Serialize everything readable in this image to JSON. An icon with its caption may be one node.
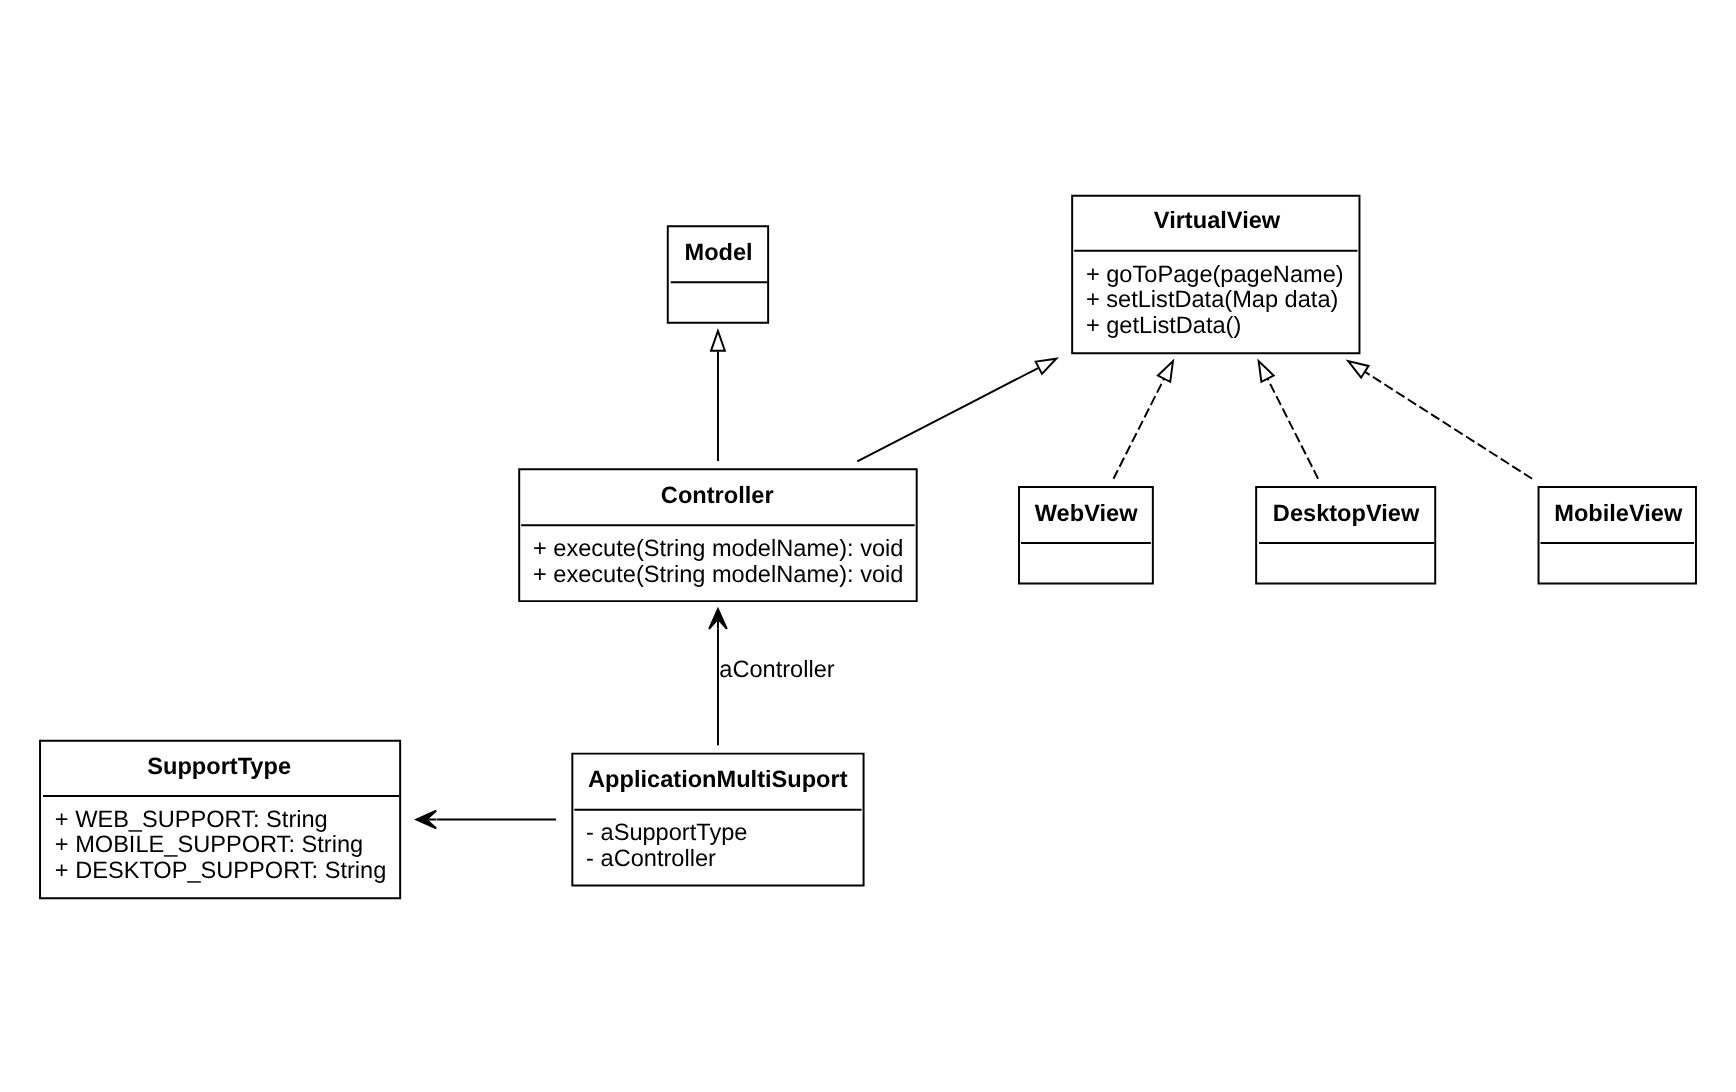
{
  "diagram": {
    "nodes": [
      {
        "text": [
          "SupportType",
          "+ WEB_SUPPORT: String",
          "+ MOBILE_SUPPORT: String",
          "+ DESKTOP_SUPPORT: String"
        ]
      },
      {
        "text": [
          "ApplicationMultiSuport",
          "- aSupportType",
          "- aController"
        ]
      },
      {
        "text": [
          "Model"
        ]
      },
      {
        "text": [
          "WebView"
        ]
      },
      {
        "text": [
          "VirtualView",
          "+ goToPage(pageName)",
          "+ setListData(Map data)",
          "+ getListData()"
        ]
      },
      {
        "text": [
          "DesktopView"
        ]
      },
      {
        "text": [
          "MobileView"
        ]
      },
      {
        "text": [
          "Controller",
          "+ execute(String modelName): void",
          "+ execute(String modelName): void"
        ]
      }
    ],
    "edges": [
      {
        "from": 1,
        "to": 0,
        "arrow": "to"
      },
      {
        "from": 1,
        "to": 7,
        "arrow": "to",
        "label": "aController"
      },
      {
        "from": 7,
        "to": 2,
        "arrow": "to"
      },
      {
        "from": 7,
        "to": 4,
        "arrow": "to"
      },
      {
        "from": 3,
        "to": 4,
        "arrow": "to",
        "style": "dashed"
      },
      {
        "from": 5,
        "to": 4,
        "arrow": "to",
        "style": "dashed"
      },
      {
        "from": 6,
        "to": 4,
        "arrow": "to",
        "style": "dashed"
      }
    ]
  }
}
